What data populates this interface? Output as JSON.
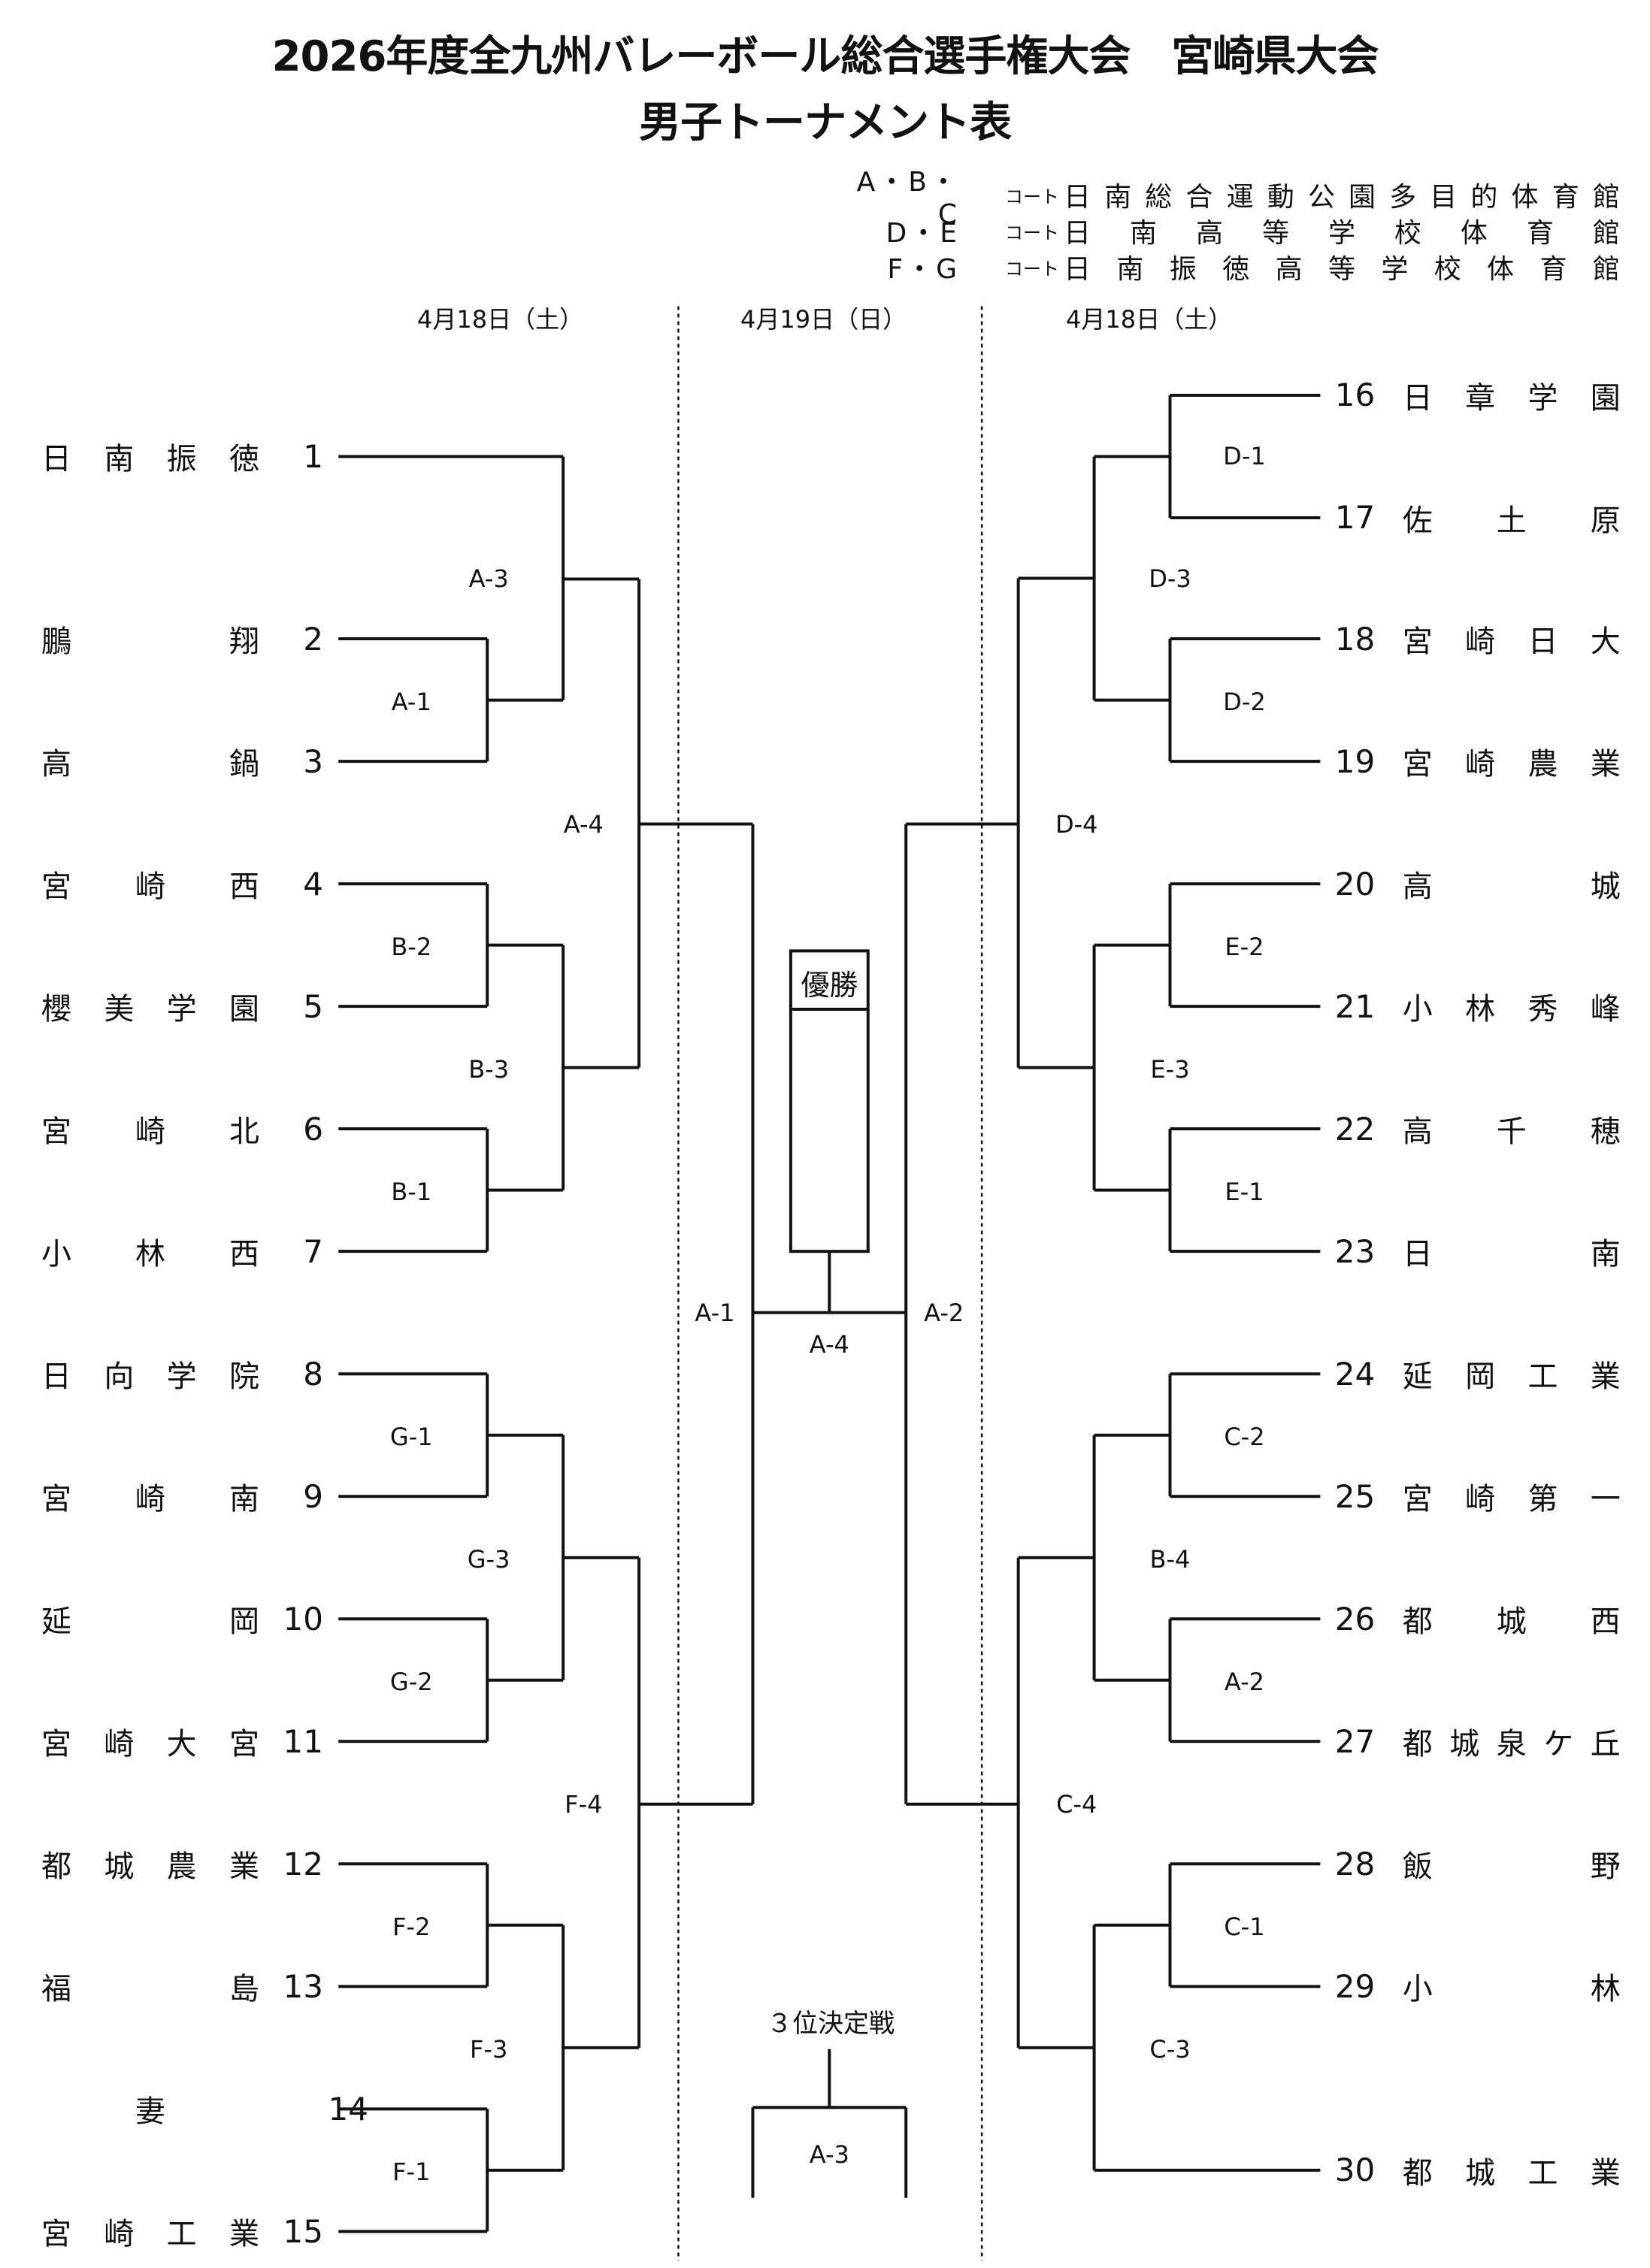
{
  "header": {
    "title_line1": "2026年度全九州バレーボール総合選手権大会　宮崎県大会",
    "title_line2": "男子トーナメント表"
  },
  "venues": [
    {
      "code": "A・B・C",
      "court_label": "コート",
      "name": "日南総合運動公園多目的体育館"
    },
    {
      "code": "D・E",
      "court_label": "コート",
      "name": "日南高等学校体育館"
    },
    {
      "code": "F・G",
      "court_label": "コート",
      "name": "日南振徳高等学校体育館"
    }
  ],
  "dates": {
    "left": "4月18日（土）",
    "center": "4月19日（日）",
    "right": "4月18日（土）"
  },
  "left_teams": [
    {
      "seed": "1",
      "name": "日南振徳"
    },
    {
      "seed": "2",
      "name": "鵬翔"
    },
    {
      "seed": "3",
      "name": "高鍋"
    },
    {
      "seed": "4",
      "name": "宮崎西"
    },
    {
      "seed": "5",
      "name": "櫻美学園"
    },
    {
      "seed": "6",
      "name": "宮崎北"
    },
    {
      "seed": "7",
      "name": "小林西"
    },
    {
      "seed": "8",
      "name": "日向学院"
    },
    {
      "seed": "9",
      "name": "宮崎南"
    },
    {
      "seed": "10",
      "name": "延岡"
    },
    {
      "seed": "11",
      "name": "宮崎大宮"
    },
    {
      "seed": "12",
      "name": "都城農業"
    },
    {
      "seed": "13",
      "name": "福島"
    },
    {
      "seed": "14",
      "name": "妻"
    },
    {
      "seed": "15",
      "name": "宮崎工業"
    }
  ],
  "right_teams": [
    {
      "seed": "16",
      "name": "日章学園"
    },
    {
      "seed": "17",
      "name": "佐土原"
    },
    {
      "seed": "18",
      "name": "宮崎日大"
    },
    {
      "seed": "19",
      "name": "宮崎農業"
    },
    {
      "seed": "20",
      "name": "高城"
    },
    {
      "seed": "21",
      "name": "小林秀峰"
    },
    {
      "seed": "22",
      "name": "高千穂"
    },
    {
      "seed": "23",
      "name": "日南"
    },
    {
      "seed": "24",
      "name": "延岡工業"
    },
    {
      "seed": "25",
      "name": "宮崎第一"
    },
    {
      "seed": "26",
      "name": "都城西"
    },
    {
      "seed": "27",
      "name": "都城泉ケ丘"
    },
    {
      "seed": "28",
      "name": "飯野"
    },
    {
      "seed": "29",
      "name": "小林"
    },
    {
      "seed": "30",
      "name": "都城工業"
    }
  ],
  "matches": {
    "left": [
      "A-3",
      "A-1",
      "A-4",
      "B-2",
      "B-3",
      "B-1",
      "G-1",
      "G-3",
      "G-2",
      "F-4",
      "F-2",
      "F-3",
      "F-1"
    ],
    "right": [
      "D-1",
      "D-3",
      "D-2",
      "D-4",
      "E-2",
      "E-3",
      "E-1",
      "C-2",
      "B-4",
      "A-2",
      "C-4",
      "C-1",
      "C-3"
    ],
    "semi_left": "A-1",
    "semi_right": "A-2",
    "final": "A-4",
    "third_place": "A-3"
  },
  "final_box": {
    "label": "優勝"
  },
  "third_place": {
    "label": "３位決定戦"
  }
}
